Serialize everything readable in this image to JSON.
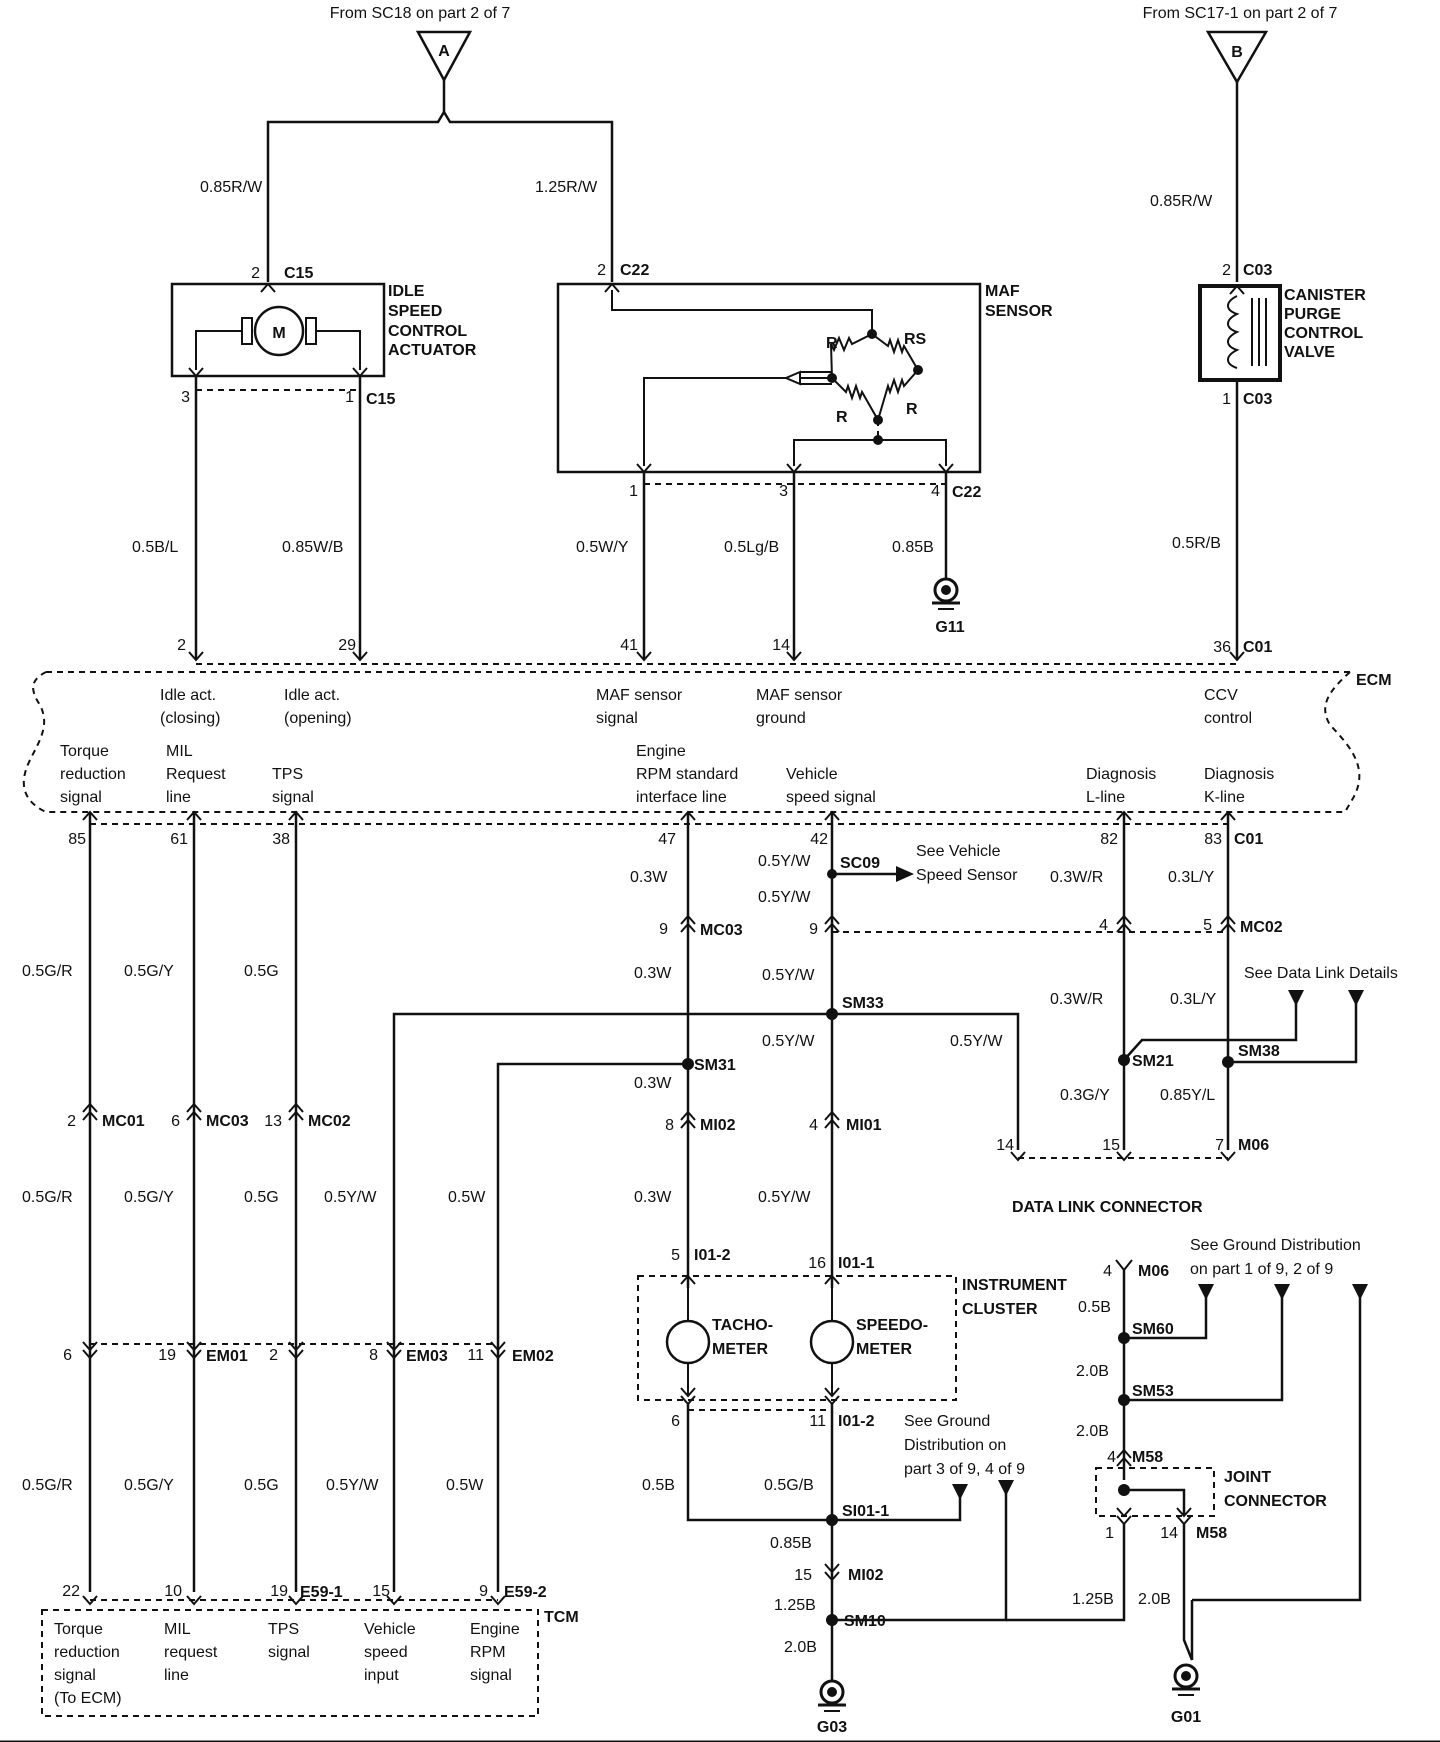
{
  "top": {
    "from_a": "From SC18 on part 2 of 7",
    "from_b": "From SC17-1 on part 2 of 7",
    "conn_a": "A",
    "conn_b": "B"
  },
  "components": {
    "idle_actuator": [
      "IDLE",
      "SPEED",
      "CONTROL",
      "ACTUATOR"
    ],
    "motor": "M",
    "maf": [
      "MAF",
      "SENSOR"
    ],
    "canister": [
      "CANISTER",
      "PURGE",
      "CONTROL",
      "VALVE"
    ],
    "ecm": "ECM",
    "tcm": "TCM",
    "instrument_cluster": [
      "INSTRUMENT",
      "CLUSTER"
    ],
    "tachometer": [
      "TACHO-",
      "METER"
    ],
    "speedometer": [
      "SPEEDO-",
      "METER"
    ],
    "data_link_connector": "DATA LINK CONNECTOR",
    "joint_connector": [
      "JOINT",
      "CONNECTOR"
    ]
  },
  "resistors": {
    "r": "R",
    "rs": "RS"
  },
  "wires": {
    "w085rw_a": "0.85R/W",
    "w125rw": "1.25R/W",
    "w085rw_b": "0.85R/W",
    "w05bl": "0.5B/L",
    "w085wb": "0.85W/B",
    "w05wy": "0.5W/Y",
    "w05lgb": "0.5Lg/B",
    "w085b_maf": "0.85B",
    "w05rb": "0.5R/B",
    "w03w_1": "0.3W",
    "w03w_2": "0.3W",
    "w03w_3": "0.3W",
    "w03w_4": "0.3W",
    "w05yw_1": "0.5Y/W",
    "w05yw_2": "0.5Y/W",
    "w05yw_3": "0.5Y/W",
    "w05yw_4": "0.5Y/W",
    "w05yw_5": "0.5Y/W",
    "w05yw_6": "0.5Y/W",
    "w05yw_7": "0.5Y/W",
    "w05yw_8": "0.5Y/W",
    "w03wr_1": "0.3W/R",
    "w03wr_2": "0.3W/R",
    "w03ly_1": "0.3L/Y",
    "w03ly_2": "0.3L/Y",
    "w03gy": "0.3G/Y",
    "w085yl": "0.85Y/L",
    "w05gr_1": "0.5G/R",
    "w05gr_2": "0.5G/R",
    "w05gr_3": "0.5G/R",
    "w05gy_1": "0.5G/Y",
    "w05gy_2": "0.5G/Y",
    "w05gy_3": "0.5G/Y",
    "w05g_1": "0.5G",
    "w05g_2": "0.5G",
    "w05g_3": "0.5G",
    "w05w_1": "0.5W",
    "w05w_2": "0.5W",
    "w05b_cl": "0.5B",
    "w05gb": "0.5G/B",
    "w085b_g03": "0.85B",
    "w125b_g03": "1.25B",
    "w20b_g03": "2.0B",
    "w05b_dlc": "0.5B",
    "w20b_dlc1": "2.0B",
    "w20b_dlc2": "2.0B",
    "w125b_jc": "1.25B",
    "w20b_jc": "2.0B"
  },
  "connectors": {
    "c15": "C15",
    "c22": "C22",
    "c03": "C03",
    "c01": "C01",
    "mc01": "MC01",
    "mc02": "MC02",
    "mc03": "MC03",
    "mi01": "MI01",
    "mi02": "MI02",
    "em01": "EM01",
    "em02": "EM02",
    "em03": "EM03",
    "e59_1": "E59-1",
    "e59_2": "E59-2",
    "m06": "M06",
    "m58": "M58",
    "i01_1": "I01-1",
    "i01_2": "I01-2",
    "sc09": "SC09",
    "sm33": "SM33",
    "sm31": "SM31",
    "sm21": "SM21",
    "sm38": "SM38",
    "sm60": "SM60",
    "sm53": "SM53",
    "si01_1": "SI01-1",
    "sm10": "SM10",
    "g11": "G11",
    "g03": "G03",
    "g01": "G01"
  },
  "pins": {
    "p2": "2",
    "p3": "3",
    "p1": "1",
    "p4": "4",
    "p5": "5",
    "p6": "6",
    "p7": "7",
    "p8": "8",
    "p9": "9",
    "p10": "10",
    "p11": "11",
    "p13": "13",
    "p14": "14",
    "p15": "15",
    "p16": "16",
    "p19": "19",
    "p22": "22",
    "p29": "29",
    "p36": "36",
    "p38": "38",
    "p41": "41",
    "p42": "42",
    "p47": "47",
    "p61": "61",
    "p82": "82",
    "p83": "83",
    "p85": "85"
  },
  "ecm_labels": {
    "idle_closing": [
      "Idle act.",
      "(closing)"
    ],
    "idle_opening": [
      "Idle act.",
      "(opening)"
    ],
    "maf_signal": [
      "MAF sensor",
      "signal"
    ],
    "maf_ground": [
      "MAF sensor",
      "ground"
    ],
    "ccv": [
      "CCV",
      "control"
    ],
    "torque": [
      "Torque",
      "reduction",
      "signal"
    ],
    "mil": [
      "MIL",
      "Request",
      "line"
    ],
    "tps": [
      "TPS",
      "signal"
    ],
    "rpm": [
      "Engine",
      "RPM standard",
      "interface line"
    ],
    "vss": [
      "Vehicle",
      "speed signal"
    ],
    "diag_l": [
      "Diagnosis",
      "L-line"
    ],
    "diag_k": [
      "Diagnosis",
      "K-line"
    ]
  },
  "tcm_labels": {
    "torque": [
      "Torque",
      "reduction",
      "signal",
      "(To ECM)"
    ],
    "mil": [
      "MIL",
      "request",
      "line"
    ],
    "tps": [
      "TPS",
      "signal"
    ],
    "vss": [
      "Vehicle",
      "speed",
      "input"
    ],
    "rpm": [
      "Engine",
      "RPM",
      "signal"
    ]
  },
  "notes": {
    "see_vss": [
      "See Vehicle",
      "Speed Sensor"
    ],
    "see_dlc": "See Data Link Details",
    "see_ground_a": [
      "See Ground Distribution",
      "on part 1 of 9, 2 of 9"
    ],
    "see_ground_b": [
      "See Ground",
      "Distribution on",
      "part 3 of 9, 4 of 9"
    ]
  }
}
